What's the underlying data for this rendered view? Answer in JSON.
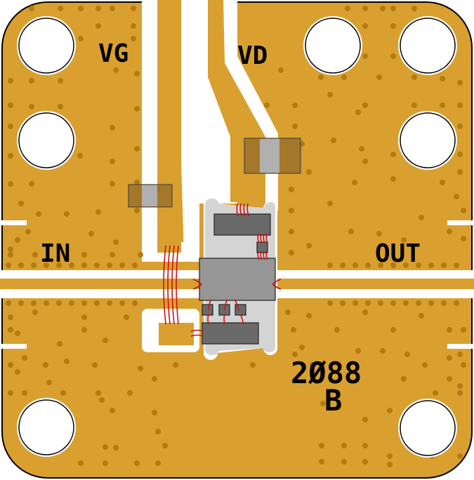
{
  "diagram": {
    "type": "pcb-assembly-layout",
    "colors": {
      "copper": "#D9A030",
      "via": "#B57A10",
      "substrate": "#FFFFFF",
      "die_carrier": "#D4D4D4",
      "die": "#969696",
      "chip": "#6A6A6A",
      "bond_wire": "#CC1111",
      "capacitor_body": "#8A6A30",
      "capacitor_band": "#B0B0B0",
      "outline": "#000000"
    },
    "labels": {
      "gate": "VG",
      "drain": "VD",
      "input": "IN",
      "output": "OUT",
      "part_number": "2Ø88",
      "revision": "B"
    },
    "mounting_holes": [
      {
        "name": "hole-top-left"
      },
      {
        "name": "hole-left-upper"
      },
      {
        "name": "hole-top-right-inner"
      },
      {
        "name": "hole-top-right"
      },
      {
        "name": "hole-right-upper"
      },
      {
        "name": "hole-bottom-left"
      },
      {
        "name": "hole-bottom-right"
      }
    ],
    "components": [
      {
        "name": "gate-capacitor"
      },
      {
        "name": "drain-capacitor"
      },
      {
        "name": "mmic-die"
      },
      {
        "name": "top-bypass-chip"
      },
      {
        "name": "small-bypass-chip"
      },
      {
        "name": "bottom-bypass-chip"
      },
      {
        "name": "pad-chip-1"
      },
      {
        "name": "pad-chip-2"
      },
      {
        "name": "pad-chip-3"
      }
    ]
  }
}
